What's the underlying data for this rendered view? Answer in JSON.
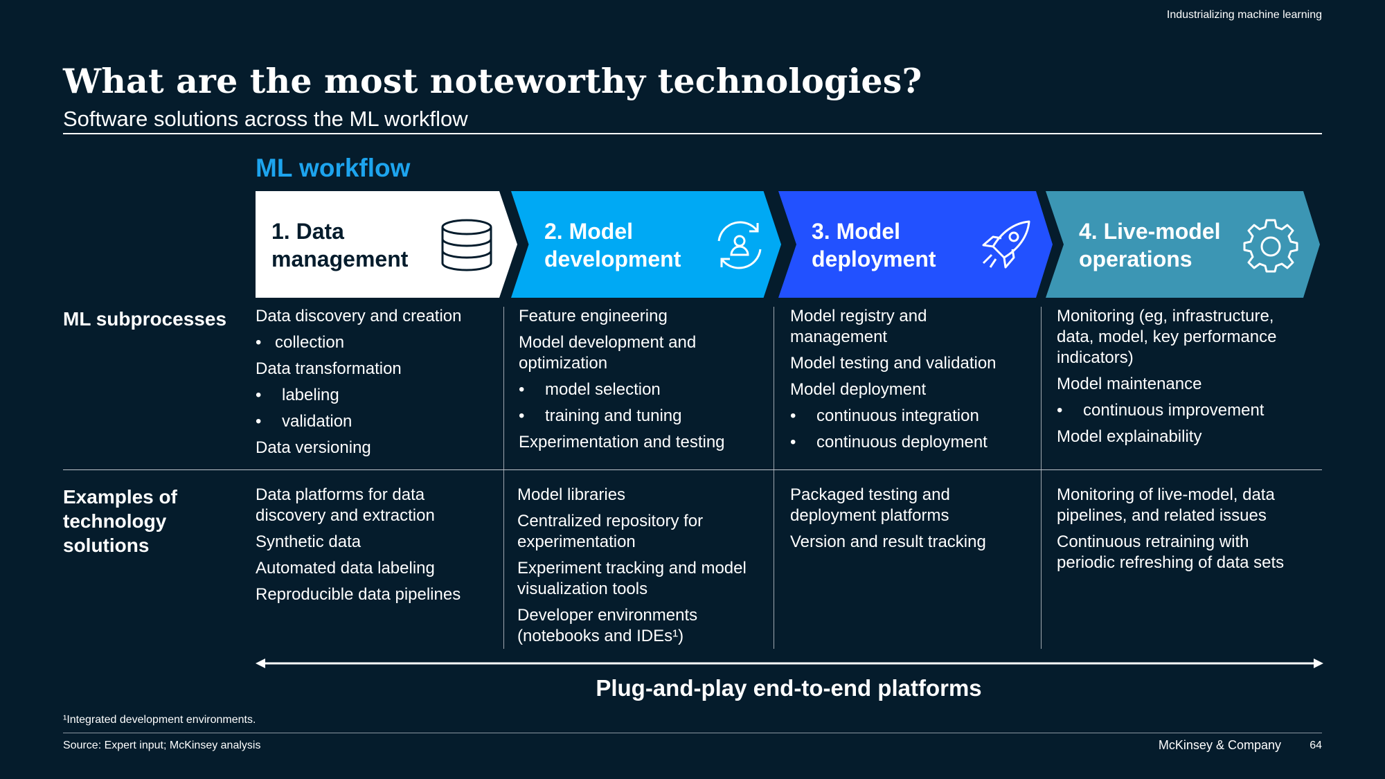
{
  "header_tag": "Industrializing machine learning",
  "title": "What are the most noteworthy technologies?",
  "subtitle": "Software solutions across the ML workflow",
  "workflow_label": "ML workflow",
  "steps": [
    {
      "line1": "1. Data",
      "line2": "management",
      "icon": "database-icon",
      "color": "#ffffff",
      "text_color": "#051c2c"
    },
    {
      "line1": "2. Model",
      "line2": "development",
      "icon": "refresh-user-icon",
      "color": "#00a9f4",
      "text_color": "#ffffff"
    },
    {
      "line1": "3. Model",
      "line2": "deployment",
      "icon": "rocket-icon",
      "color": "#2251ff",
      "text_color": "#ffffff"
    },
    {
      "line1": "4. Live-model",
      "line2": "operations",
      "icon": "gear-icon",
      "color": "#3c96b4",
      "text_color": "#ffffff"
    }
  ],
  "rows": {
    "subprocesses_label": "ML subprocesses",
    "examples_label_1": "Examples of",
    "examples_label_2": "technology",
    "examples_label_3": "solutions"
  },
  "subprocesses": [
    [
      {
        "type": "text",
        "text": "Data discovery and creation"
      },
      {
        "type": "bullet",
        "text": "collection"
      },
      {
        "type": "text",
        "text": "Data transformation"
      },
      {
        "type": "bullet",
        "text": "labeling"
      },
      {
        "type": "bullet",
        "text": "validation"
      },
      {
        "type": "text",
        "text": "Data versioning"
      }
    ],
    [
      {
        "type": "text",
        "text": "Feature engineering"
      },
      {
        "type": "text",
        "text": "Model development and optimization"
      },
      {
        "type": "bullet",
        "text": "model selection"
      },
      {
        "type": "bullet",
        "text": "training and tuning"
      },
      {
        "type": "text",
        "text": "Experimentation and testing"
      }
    ],
    [
      {
        "type": "text",
        "text": "Model registry and management"
      },
      {
        "type": "text",
        "text": "Model testing and validation"
      },
      {
        "type": "text",
        "text": "Model deployment"
      },
      {
        "type": "bullet",
        "text": "continuous integration"
      },
      {
        "type": "bullet",
        "text": "continuous deployment"
      }
    ],
    [
      {
        "type": "text",
        "text": "Monitoring (eg, infrastructure, data, model, key performance indicators)"
      },
      {
        "type": "text",
        "text": "Model maintenance"
      },
      {
        "type": "bullet",
        "text": "continuous improvement"
      },
      {
        "type": "text",
        "text": "Model explainability"
      }
    ]
  ],
  "examples": [
    [
      "Data platforms for data discovery and extraction",
      "Synthetic data",
      "Automated data labeling",
      "Reproducible data pipelines"
    ],
    [
      "Model libraries",
      "Centralized repository for experimentation",
      "Experiment tracking and model visualization tools",
      "Developer environments (notebooks and IDEs¹)"
    ],
    [
      "Packaged testing and deployment platforms",
      "Version and result tracking"
    ],
    [
      "Monitoring of live-model, data pipelines, and related issues",
      "Continuous retraining with periodic refreshing of data sets"
    ]
  ],
  "bullet_char": "•",
  "platforms_label": "Plug-and-play end-to-end platforms",
  "footnote": "¹Integrated development environments.",
  "source": "Source: Expert input; McKinsey analysis",
  "company": "McKinsey & Company",
  "page_number": "64"
}
